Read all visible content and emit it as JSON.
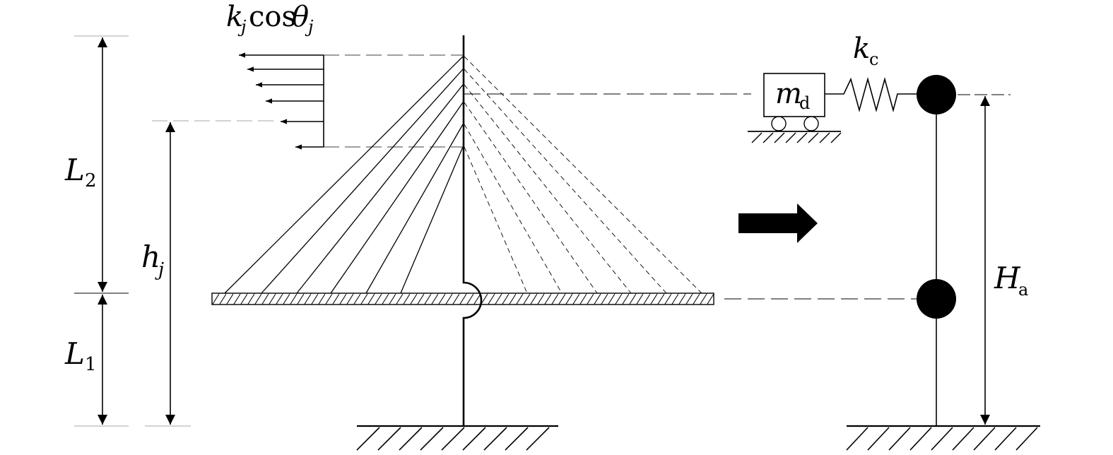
{
  "labels": {
    "force": {
      "k": "k",
      "j1": "j",
      "cos": "cos",
      "theta": "θ",
      "j2": "j"
    },
    "L2": {
      "main": "L",
      "sub": "2"
    },
    "L1": {
      "main": "L",
      "sub": "1"
    },
    "hj": {
      "main": "h",
      "sub": "j"
    },
    "md": {
      "main": "m",
      "sub": "d"
    },
    "kc": {
      "main": "k",
      "sub": "c"
    },
    "Ha": {
      "main": "H",
      "sub": "a"
    }
  },
  "colors": {
    "ink": "#000000",
    "background": "#ffffff"
  }
}
